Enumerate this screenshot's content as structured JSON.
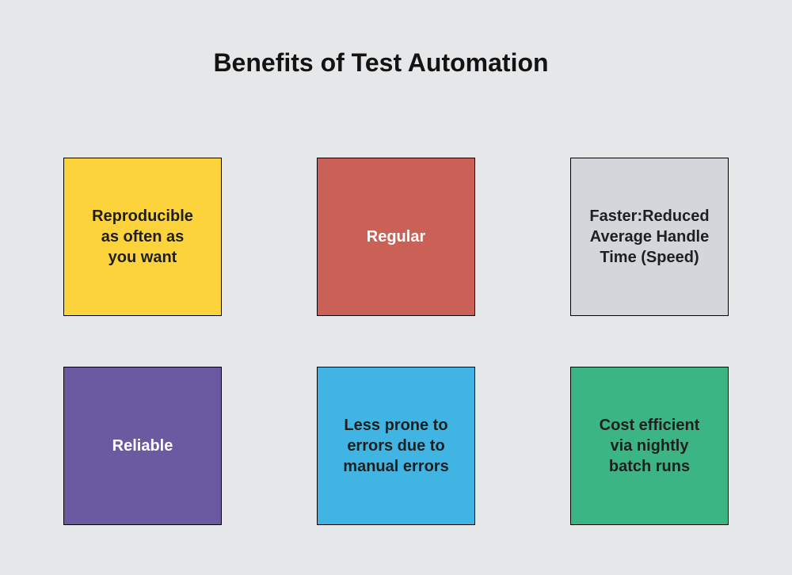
{
  "title": "Benefits of Test Automation",
  "colors": {
    "background": "#E6E7E8",
    "card_border": "#000000",
    "title_text": "#131313"
  },
  "cards": [
    {
      "label": "Reproducible\nas often as\nyou want",
      "bg": "#FCD33B",
      "text": "#1F1F1F"
    },
    {
      "label": "Regular",
      "bg": "#CB6156",
      "text": "#FFFFFF"
    },
    {
      "label": "Faster:Reduced\nAverage Handle\nTime (Speed)",
      "bg": "#D3D7DB",
      "text": "#1F1F1F"
    },
    {
      "label": "Reliable",
      "bg": "#6B5AA1",
      "text": "#FFFFFF"
    },
    {
      "label": "Less prone to\nerrors due to\nmanual errors",
      "bg": "#40B5E3",
      "text": "#1F1F1F"
    },
    {
      "label": "Cost efficient\nvia nightly\nbatch runs",
      "bg": "#3CB585",
      "text": "#1F1F1F"
    }
  ]
}
